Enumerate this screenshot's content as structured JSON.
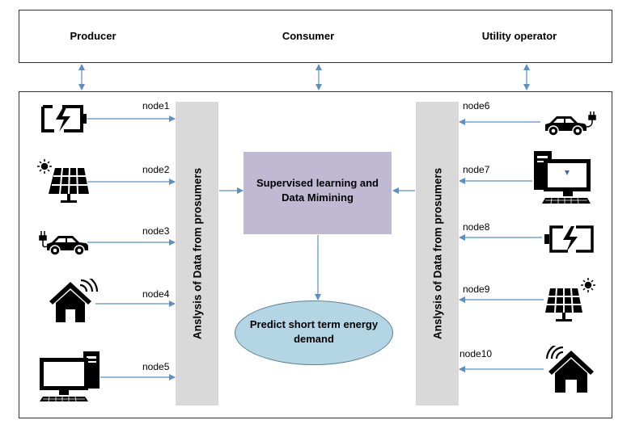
{
  "top": {
    "producer": "Producer",
    "consumer": "Consumer",
    "utility": "Utility operator"
  },
  "left_bar_label": "Anslysis of Data from prosumers",
  "right_bar_label": "Anslysis of Data from prosumers",
  "center_box_lines": [
    "Supervised learning and",
    "Data Mimining"
  ],
  "predict_lines": [
    "Predict short term energy",
    "demand"
  ],
  "left_nodes": [
    "node1",
    "node2",
    "node3",
    "node4",
    "node5"
  ],
  "right_nodes": [
    "node6",
    "node7",
    "node8",
    "node9",
    "node10"
  ],
  "colors": {
    "arrow": "#5b8fc7",
    "bar": "#d9d9d9",
    "center_box": "#bfb9d4",
    "ellipse": "#b4d6e4"
  },
  "icons": {
    "left": [
      "battery-icon",
      "solar-panel-icon",
      "electric-car-icon",
      "smart-home-icon",
      "desktop-computer-icon"
    ],
    "right": [
      "electric-car-icon",
      "desktop-computer-icon",
      "battery-icon",
      "solar-panel-icon",
      "smart-home-icon"
    ]
  }
}
